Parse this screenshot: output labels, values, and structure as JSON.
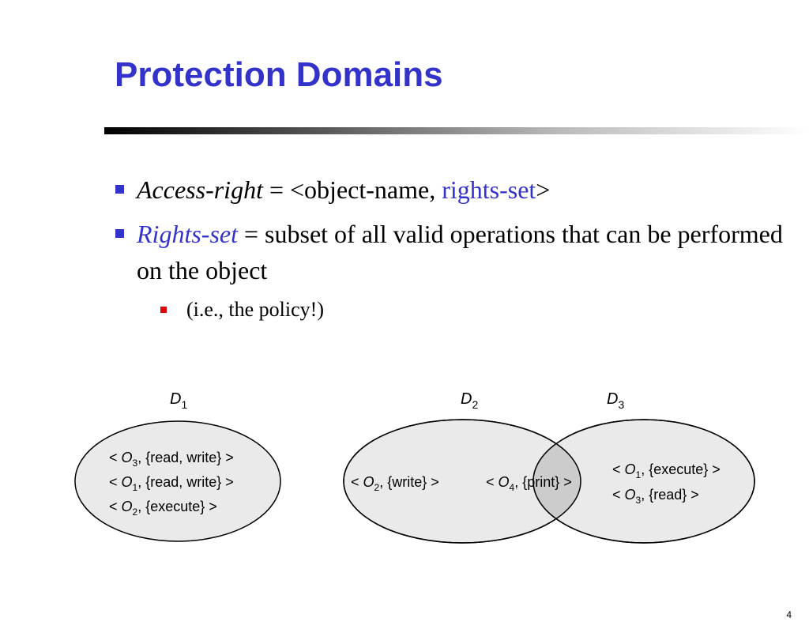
{
  "slide": {
    "title": "Protection Domains",
    "page_number": "4"
  },
  "bullets": [
    {
      "term": "Access-right",
      "eq": " = <object-name, ",
      "highlight": "rights-set",
      "tail": ">"
    },
    {
      "term": "Rights-set",
      "eq": " = subset of all valid operations that can be performed on the object"
    }
  ],
  "sub_bullet": "(i.e., the policy!)",
  "diagram": {
    "domains": [
      {
        "name": "D",
        "subscript": "1",
        "entries": [
          {
            "pre": "< ",
            "obj": "O",
            "sub": "3",
            "post": ", {read, write} >"
          },
          {
            "pre": "< ",
            "obj": "O",
            "sub": "1",
            "post": ", {read, write} >"
          },
          {
            "pre": "< ",
            "obj": "O",
            "sub": "2",
            "post": ", {execute} >"
          }
        ]
      },
      {
        "name": "D",
        "subscript": "2",
        "entries": [
          {
            "pre": "< ",
            "obj": "O",
            "sub": "2",
            "post": ", {write} >"
          }
        ]
      },
      {
        "name": "D",
        "subscript": "3",
        "entries": [
          {
            "pre": "< ",
            "obj": "O",
            "sub": "1",
            "post": ", {execute} >"
          },
          {
            "pre": "< ",
            "obj": "O",
            "sub": "3",
            "post": ", {read} >"
          }
        ]
      }
    ],
    "shared": [
      {
        "pre": "< ",
        "obj": "O",
        "sub": "4",
        "post": ", {print} >"
      }
    ],
    "colors": {
      "fill": "#eaeaea",
      "overlap": "#cccccc",
      "stroke": "#000000"
    }
  }
}
